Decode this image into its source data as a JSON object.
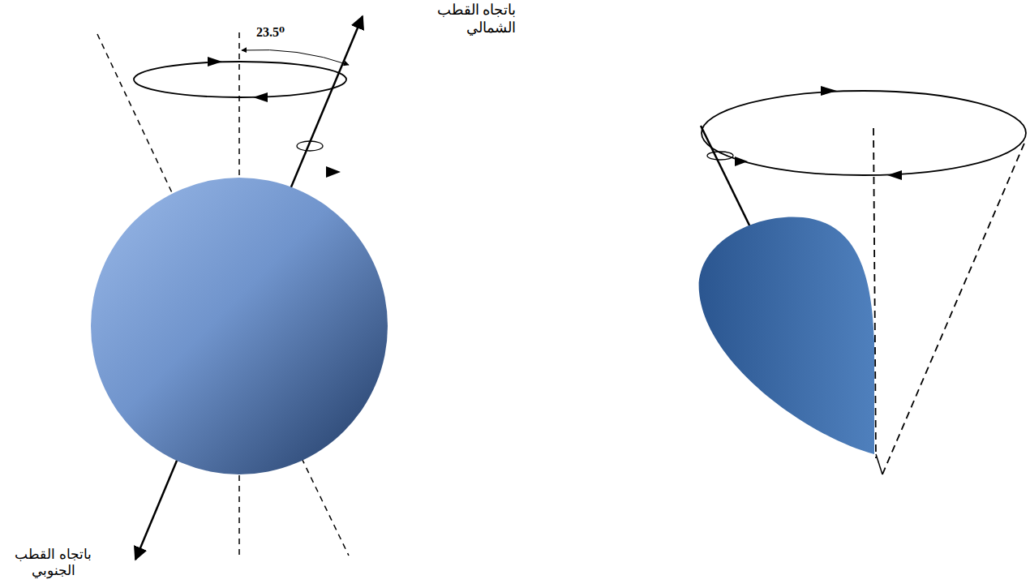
{
  "diagram": {
    "labels": [
      "باتجاه القطب الشمالي",
      "23.5⁰",
      "باتجاه القطب الجنوبي"
    ]
  }
}
